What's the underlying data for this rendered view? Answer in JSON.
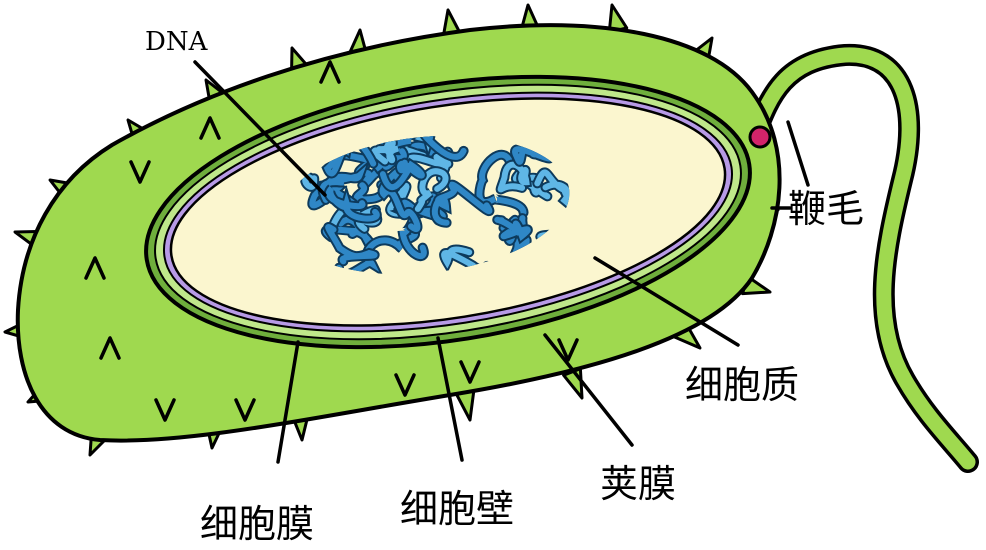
{
  "labels": {
    "dna": "DNA",
    "flagellum": "鞭毛",
    "cytoplasm": "细胞质",
    "capsule": "荚膜",
    "cell_wall": "细胞壁",
    "cell_membrane": "细胞膜"
  },
  "colors": {
    "capsule": "#9fd94f",
    "cell_wall_outer": "#6fae3c",
    "cell_wall_inner": "#bfe88a",
    "membrane": "#b79ae6",
    "cytoplasm": "#fbf6cf",
    "dna": "#2f87c6",
    "dna_light": "#5fb6e6",
    "basal_body": "#d3246a",
    "outline": "#000000"
  }
}
